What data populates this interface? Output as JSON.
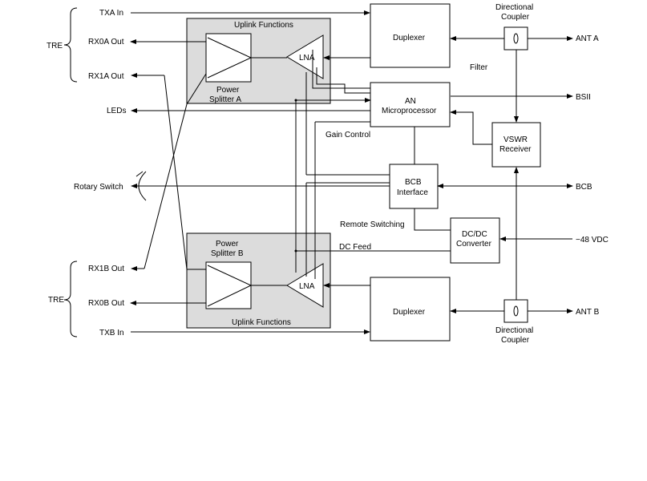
{
  "labels": {
    "txa_in": "TXA In",
    "rx0a_out": "RX0A Out",
    "rx1a_out": "RX1A Out",
    "leds": "LEDs",
    "rotary_switch": "Rotary Switch",
    "rx1b_out": "RX1B Out",
    "rx0b_out": "RX0B Out",
    "txb_in": "TXB In",
    "tre_top": "TRE",
    "tre_bottom": "TRE",
    "uplink_top": "Uplink Functions",
    "uplink_bottom": "Uplink Functions",
    "power_splitter_a": [
      "Power",
      "Splitter A"
    ],
    "power_splitter_b": [
      "Power",
      "Splitter B"
    ],
    "lna_top": "LNA",
    "lna_bottom": "LNA",
    "duplexer_top": "Duplexer",
    "duplexer_bottom": "Duplexer",
    "an_micro": [
      "AN",
      "Microprocessor"
    ],
    "gain_control": "Gain Control",
    "bcb_interface": [
      "BCB",
      "Interface"
    ],
    "remote_switching": "Remote Switching",
    "dc_feed": "DC Feed",
    "dcdc_converter": [
      "DC/DC",
      "Converter"
    ],
    "vswr_receiver": [
      "VSWR",
      "Receiver"
    ],
    "filter": "Filter",
    "coupler_top": [
      "Directional",
      "Coupler"
    ],
    "coupler_bottom": [
      "Directional",
      "Coupler"
    ],
    "ant_a": "ANT A",
    "ant_b": "ANT B",
    "bsii": "BSII",
    "bcb": "BCB",
    "vdc": "−48 VDC"
  }
}
